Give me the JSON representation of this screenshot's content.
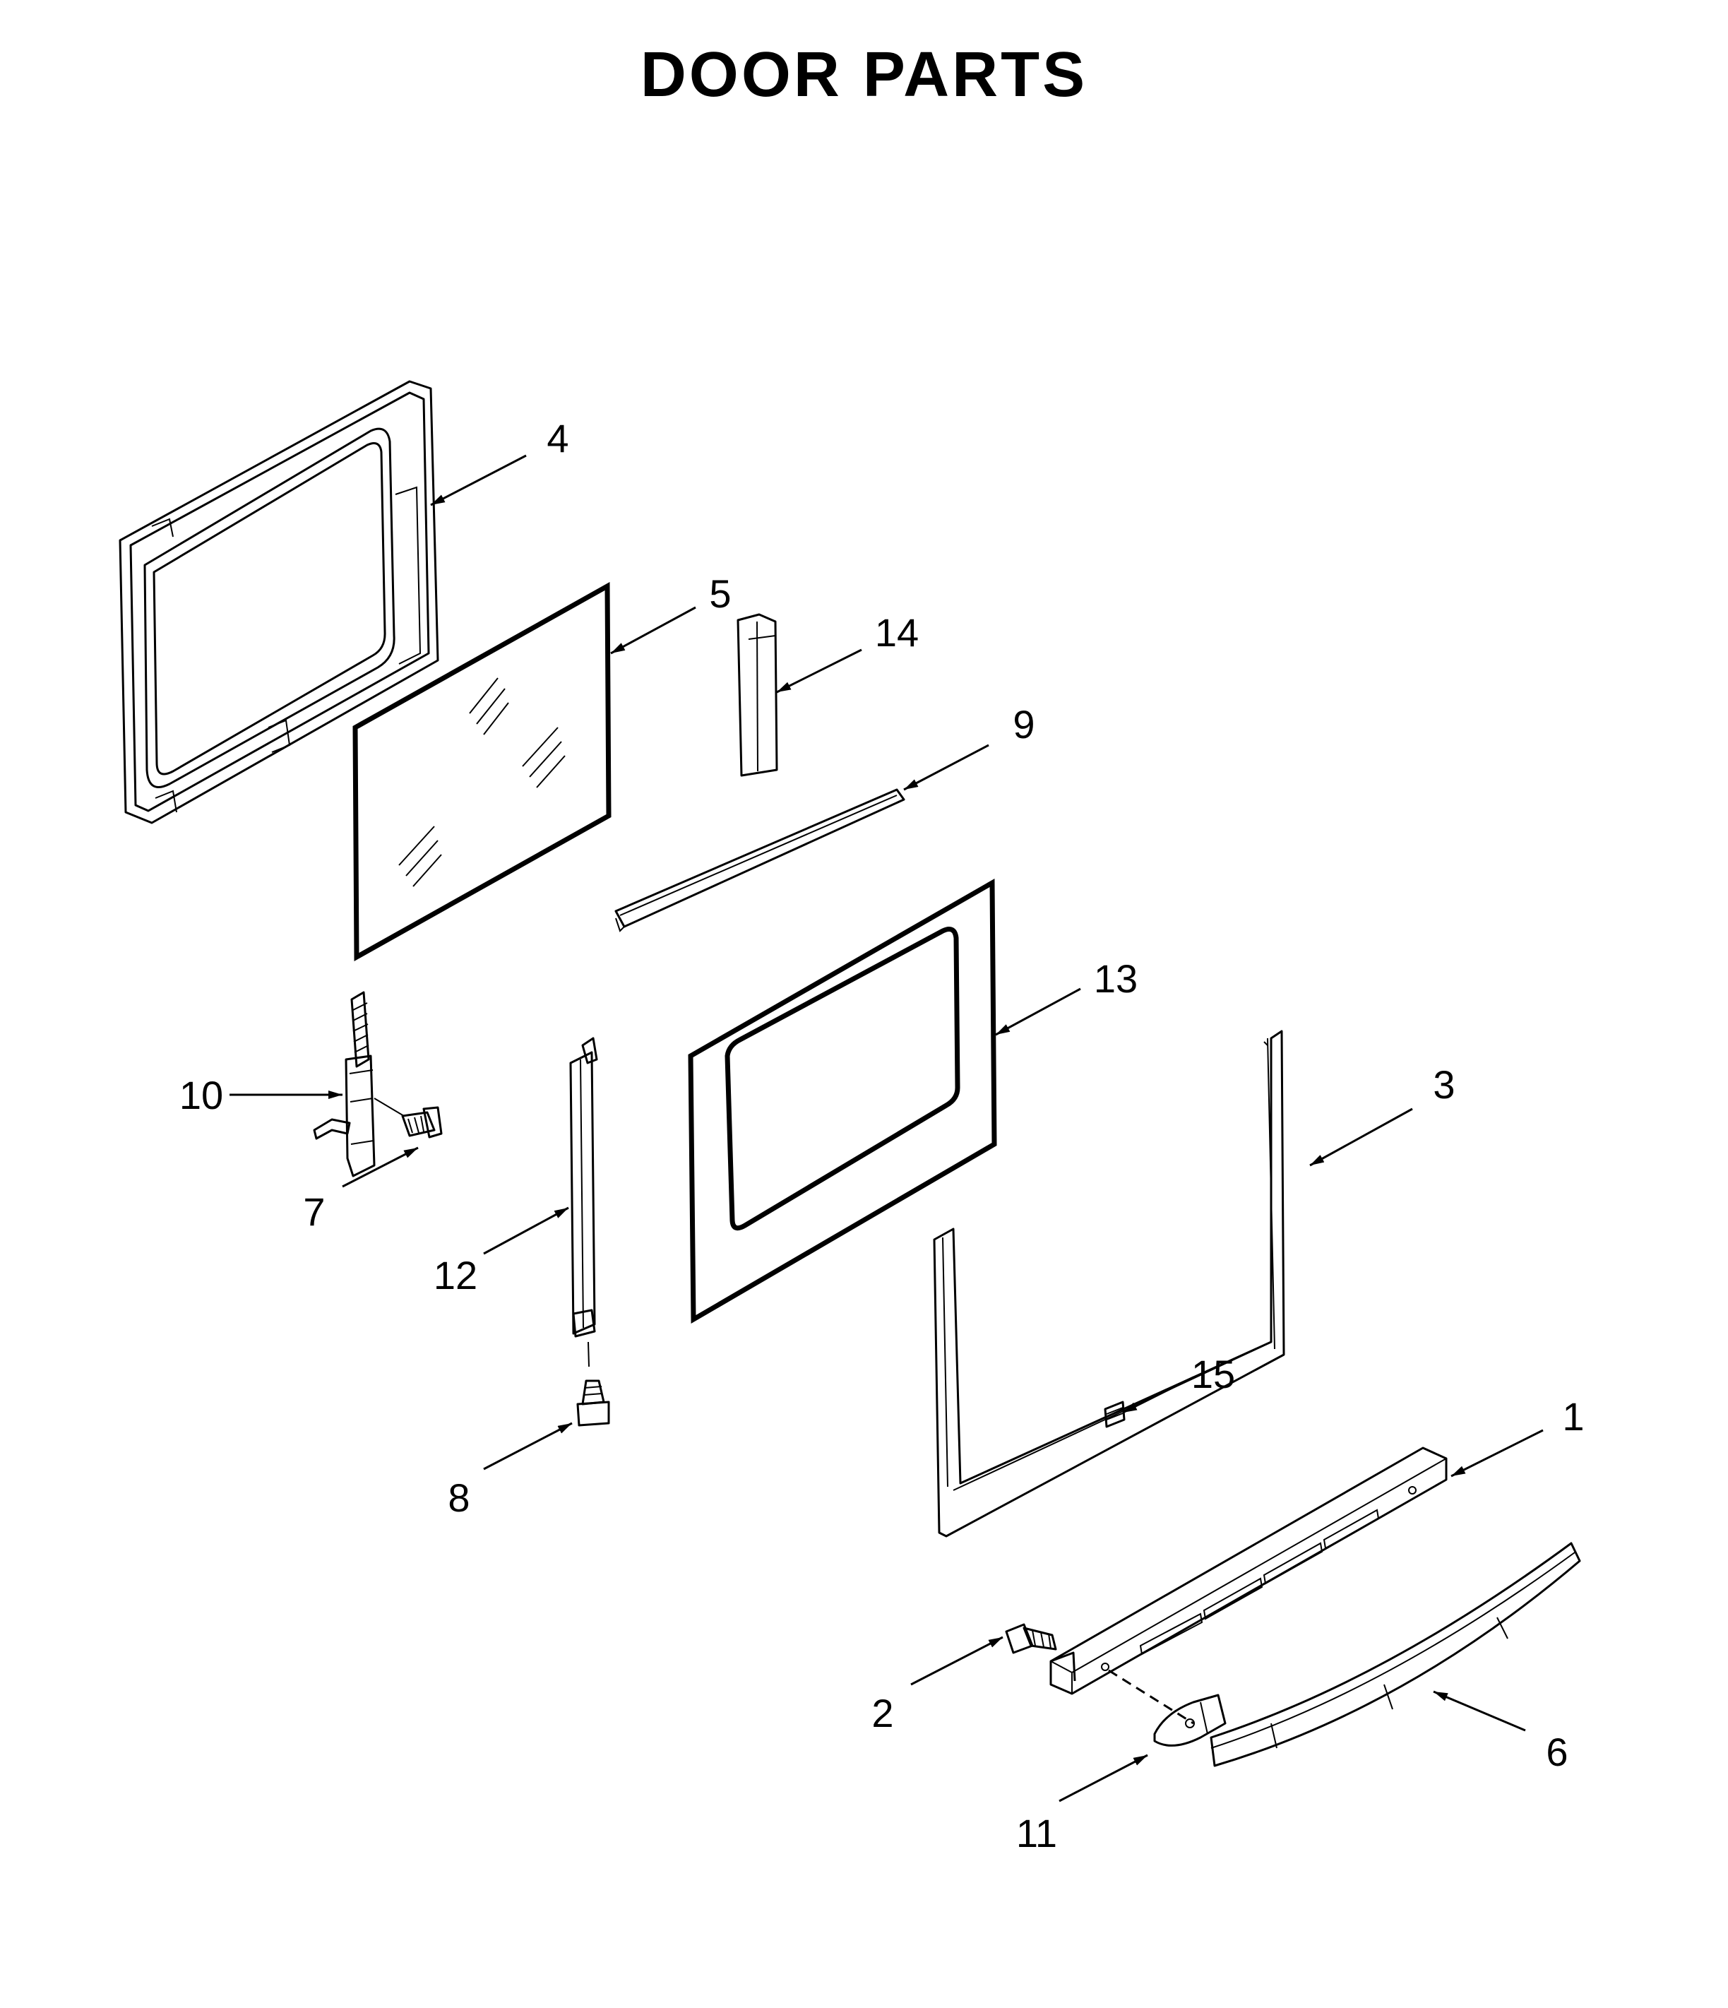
{
  "title": "DOOR PARTS",
  "callouts": {
    "c1": "1",
    "c2": "2",
    "c3": "3",
    "c4": "4",
    "c5": "5",
    "c6": "6",
    "c7": "7",
    "c8": "8",
    "c9": "9",
    "c10": "10",
    "c11": "11",
    "c12": "12",
    "c13": "13",
    "c14": "14",
    "c15": "15"
  }
}
